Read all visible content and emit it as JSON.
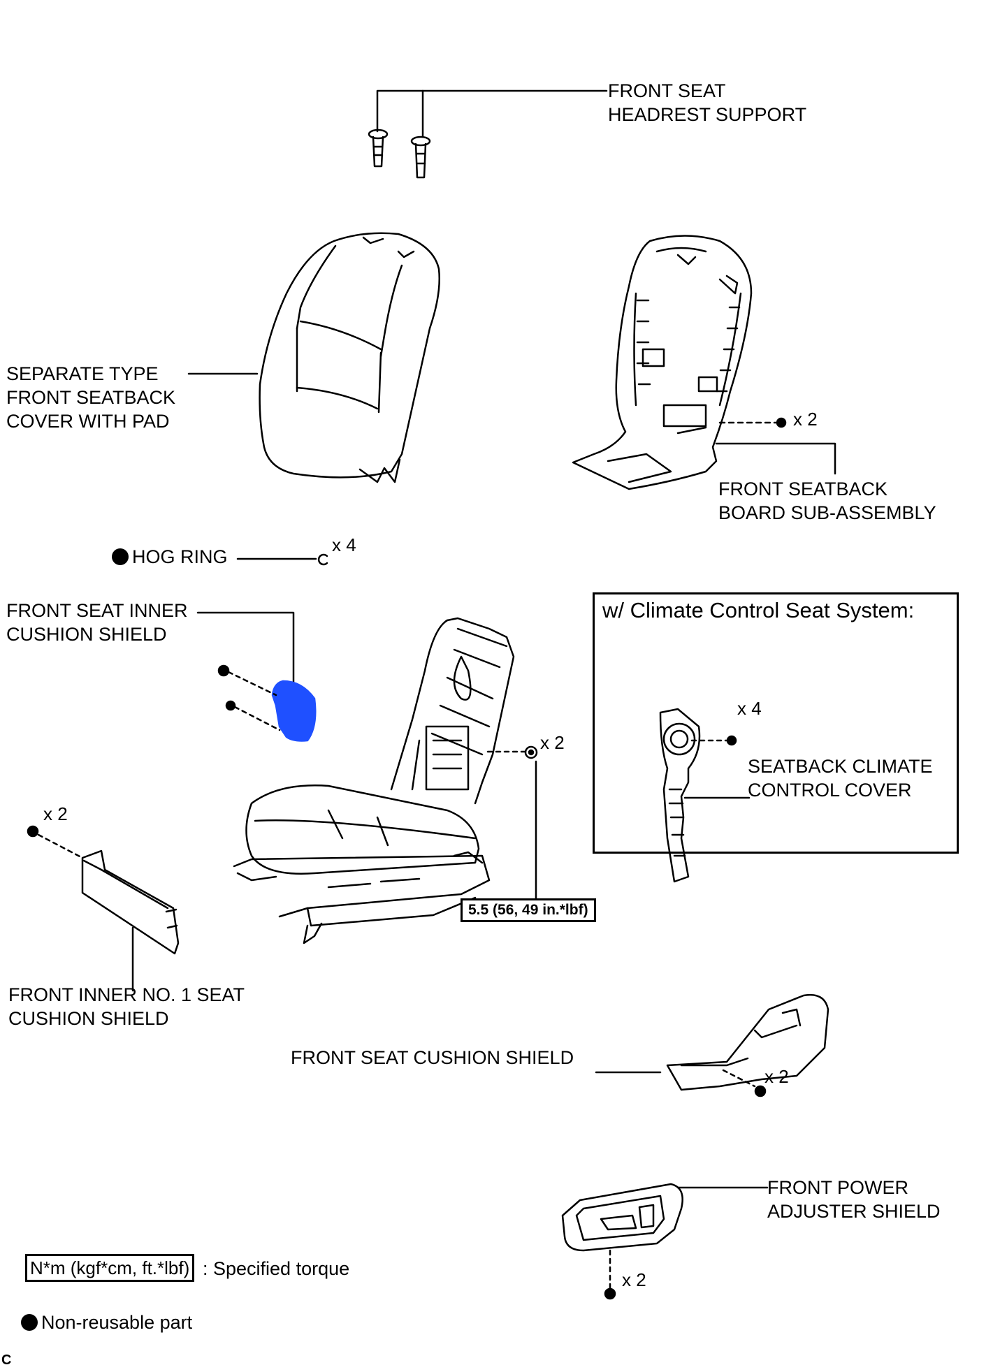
{
  "labels": {
    "headrest_support": [
      "FRONT SEAT",
      "HEADREST SUPPORT"
    ],
    "seatback_cover": [
      "SEPARATE TYPE",
      "FRONT SEATBACK",
      "COVER WITH PAD"
    ],
    "seatback_board": [
      "FRONT SEATBACK",
      "BOARD SUB-ASSEMBLY"
    ],
    "hog_ring": "HOG RING",
    "inner_cushion_shield": [
      "FRONT SEAT INNER",
      "CUSHION SHIELD"
    ],
    "inner_no1_shield": [
      "FRONT INNER NO. 1 SEAT",
      "CUSHION SHIELD"
    ],
    "cushion_shield": "FRONT SEAT CUSHION SHIELD",
    "climate_cover": [
      "SEATBACK CLIMATE",
      "CONTROL COVER"
    ],
    "power_adjuster_shield": [
      "FRONT POWER",
      "ADJUSTER SHIELD"
    ]
  },
  "counts": {
    "board_clips": "x 2",
    "hog_ring": "x 4",
    "climate_clips": "x 4",
    "frame_bolts": "x 2",
    "inner_no1_screws": "x 2",
    "cushion_shield_screws": "x 2",
    "adjuster_screws": "x 2"
  },
  "climate_box_title": "w/ Climate Control Seat System:",
  "torque_value": "5.5 (56, 49 in.*lbf)",
  "legend": {
    "torque_box": "N*m (kgf*cm, ft.*lbf)",
    "torque_text": ": Specified torque",
    "nonreusable_text": "Non-reusable part"
  },
  "corner_mark": "C",
  "colors": {
    "line": "#000000",
    "highlight": "#1f50ff"
  }
}
